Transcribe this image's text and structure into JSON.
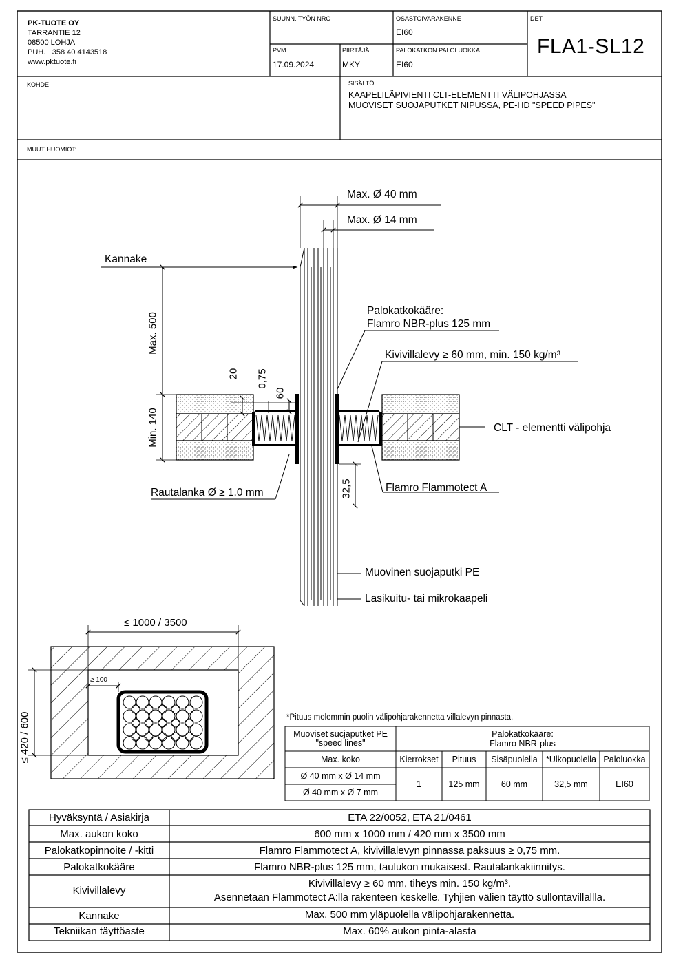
{
  "header": {
    "company_name": "PK-TUOTE OY",
    "company_street": "TARRANTIE 12",
    "company_city": "08500 LOHJA",
    "company_phone": "PUH. +358 40 4143518",
    "company_web": "www.pktuote.fi",
    "suunn_label": "SUUNN. TYÖN NRO",
    "suunn_value": "",
    "osasto_label": "OSASTOIVARAKENNE",
    "osasto_value": "EI60",
    "det_label": "DET",
    "det_value": "FLA1-SL12",
    "pvm_label": "PVM.",
    "pvm_value": "17.09.2024",
    "piirtaja_label": "PIIRTÄJÄ",
    "piirtaja_value": "MKY",
    "palokatkon_label": "PALOKATKON PALOLUOKKA",
    "palokatkon_value": "EI60",
    "kohde_label": "KOHDE",
    "sisalto_label": "SISÄLTÖ",
    "sisalto_line1": "KAAPELILÄPIVIENTI CLT-ELEMENTTI VÄLIPOHJASSA",
    "sisalto_line2": "MUOVISET SUOJAPUTKET NIPUSSA, PE-HD \"SPEED PIPES\"",
    "muut_label": "MUUT HUOMIOT:"
  },
  "section": {
    "dim_max40": "Max. Ø 40 mm",
    "dim_max14": "Max. Ø 14 mm",
    "kannake": "Kannake",
    "max500": "Max. 500",
    "min140": "Min. 140",
    "dim20": "20",
    "dim075": "0,75",
    "dim60": "60",
    "dim325": "32,5",
    "palokatko_line1": "Palokatkokääre:",
    "palokatko_line2": "Flamro NBR-plus 125 mm",
    "kivivilla": "Kivivillalevy ≥ 60 mm, min. 150 kg/m³",
    "clt": "CLT - elementti välipohja",
    "rautalanka": "Rautalanka Ø ≥ 1.0 mm",
    "flammotect": "Flamro Flammotect A",
    "muovinen": "Muovinen suojaputki PE",
    "lasikuitu": "Lasikuitu- tai mikrokaapeli"
  },
  "plan": {
    "width_dim": "≤ 1000 / 3500",
    "height_dim": "≤ 420 / 600",
    "edge_dim": "≥ 100"
  },
  "spec_table": {
    "note": "*Pituus molemmin puolin välipohjarakennetta villalevyn pinnasta.",
    "head_pipes": "Muoviset sucjaputket PE \"speed lines\"",
    "head_wrap_line1": "Palokatkokääre:",
    "head_wrap_line2": "Flamro NBR-plus",
    "col_max": "Max. koko",
    "col_kierr": "Kierrokset",
    "col_pituus": "Pituus",
    "col_sisa": "Sisäpuolella",
    "col_ulko": "*Ulkopuolella",
    "col_palo": "Paloluokka",
    "size1": "Ø 40 mm x Ø 14 mm",
    "size2": "Ø 40 mm x Ø 7 mm",
    "kierr": "1",
    "pituus": "125 mm",
    "sisa": "60 mm",
    "ulko": "32,5 mm",
    "palo": "EI60"
  },
  "main_table": [
    {
      "label": "Hyväksyntä / Asiakirja",
      "value": "ETA 22/0052, ETA 21/0461"
    },
    {
      "label": "Max. aukon koko",
      "value": "600 mm x 1000 mm / 420 mm x 3500 mm"
    },
    {
      "label": "Palokatkopinnoite / -kitti",
      "value": "Flamro Flammotect A, kivivillalevyn pinnassa paksuus ≥ 0,75 mm."
    },
    {
      "label": "Palokatkokääre",
      "value": "Flamro NBR-plus 125 mm, taulukon mukaisest. Rautalankakiinnitys."
    },
    {
      "label": "Kivivillalevy",
      "value": "Kivivillalevy ≥ 60 mm, tiheys min. 150 kg/m³.",
      "value2": "Asennetaan Flammotect A:lla rakenteen keskelle. Tyhjien välien täyttö sullontavillallla."
    },
    {
      "label": "Kannake",
      "value": "Max. 500 mm yläpuolella välipohjarakennetta."
    },
    {
      "label": "Tekniikan täyttöaste",
      "value": "Max. 60% aukon pinta-alasta"
    }
  ]
}
